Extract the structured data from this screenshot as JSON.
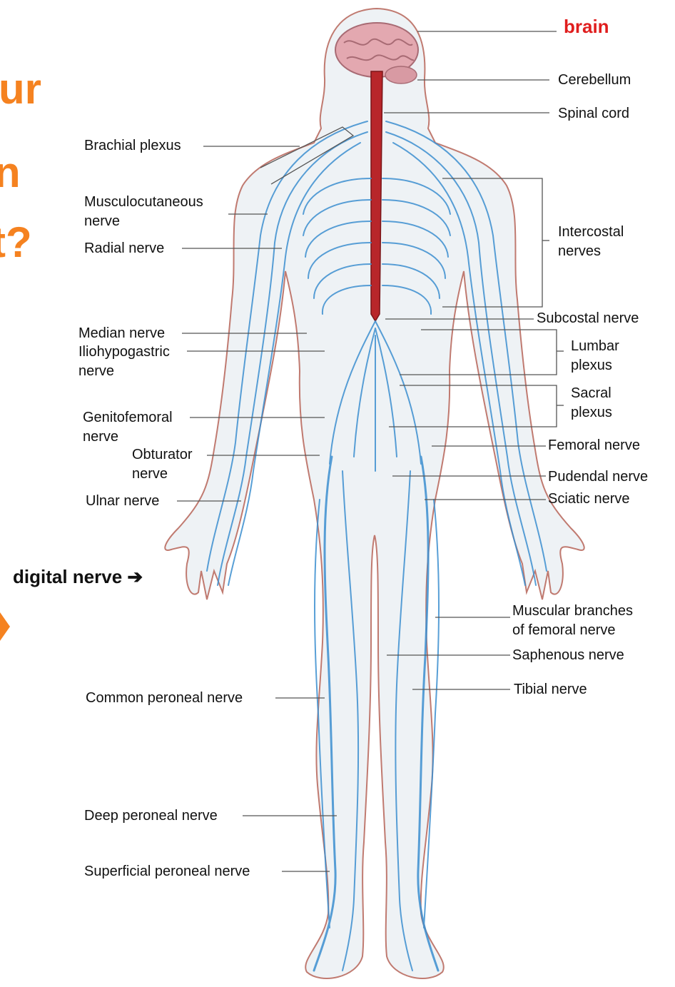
{
  "slide": {
    "title_fragments": [
      "ur",
      "n",
      "t?"
    ],
    "accent_color": "#f58220"
  },
  "diagram": {
    "left_labels": {
      "brachial_plexus": "Brachial plexus",
      "musculocutaneous_1": "Musculocutaneous",
      "musculocutaneous_2": "nerve",
      "radial": "Radial nerve",
      "median": "Median nerve",
      "iliohypogastric_1": "Iliohypogastric",
      "iliohypogastric_2": "nerve",
      "genitofemoral_1": "Genitofemoral",
      "genitofemoral_2": "nerve",
      "obturator_1": "Obturator",
      "obturator_2": "nerve",
      "ulnar": "Ulnar nerve",
      "digital": "digital nerve",
      "common_peroneal": "Common peroneal nerve",
      "deep_peroneal": "Deep peroneal nerve",
      "superficial_peroneal": "Superficial peroneal nerve"
    },
    "right_labels": {
      "brain": "brain",
      "cerebellum": "Cerebellum",
      "spinal_cord": "Spinal cord",
      "intercostal_1": "Intercostal",
      "intercostal_2": "nerves",
      "subcostal": "Subcostal nerve",
      "lumbar_1": "Lumbar",
      "lumbar_2": "plexus",
      "sacral_1": "Sacral",
      "sacral_2": "plexus",
      "femoral": "Femoral nerve",
      "pudendal": "Pudendal nerve",
      "sciatic": "Sciatic nerve",
      "muscular_branches_1": "Muscular branches",
      "muscular_branches_2": "of femoral nerve",
      "saphenous": "Saphenous nerve",
      "tibial": "Tibial nerve"
    },
    "colors": {
      "nerve": "#3c8fd0",
      "spinal_cord": "#b8262a",
      "brain": "#e3a8b0",
      "body_outline": "#c07a70",
      "brain_label": "#e01e1e"
    }
  }
}
